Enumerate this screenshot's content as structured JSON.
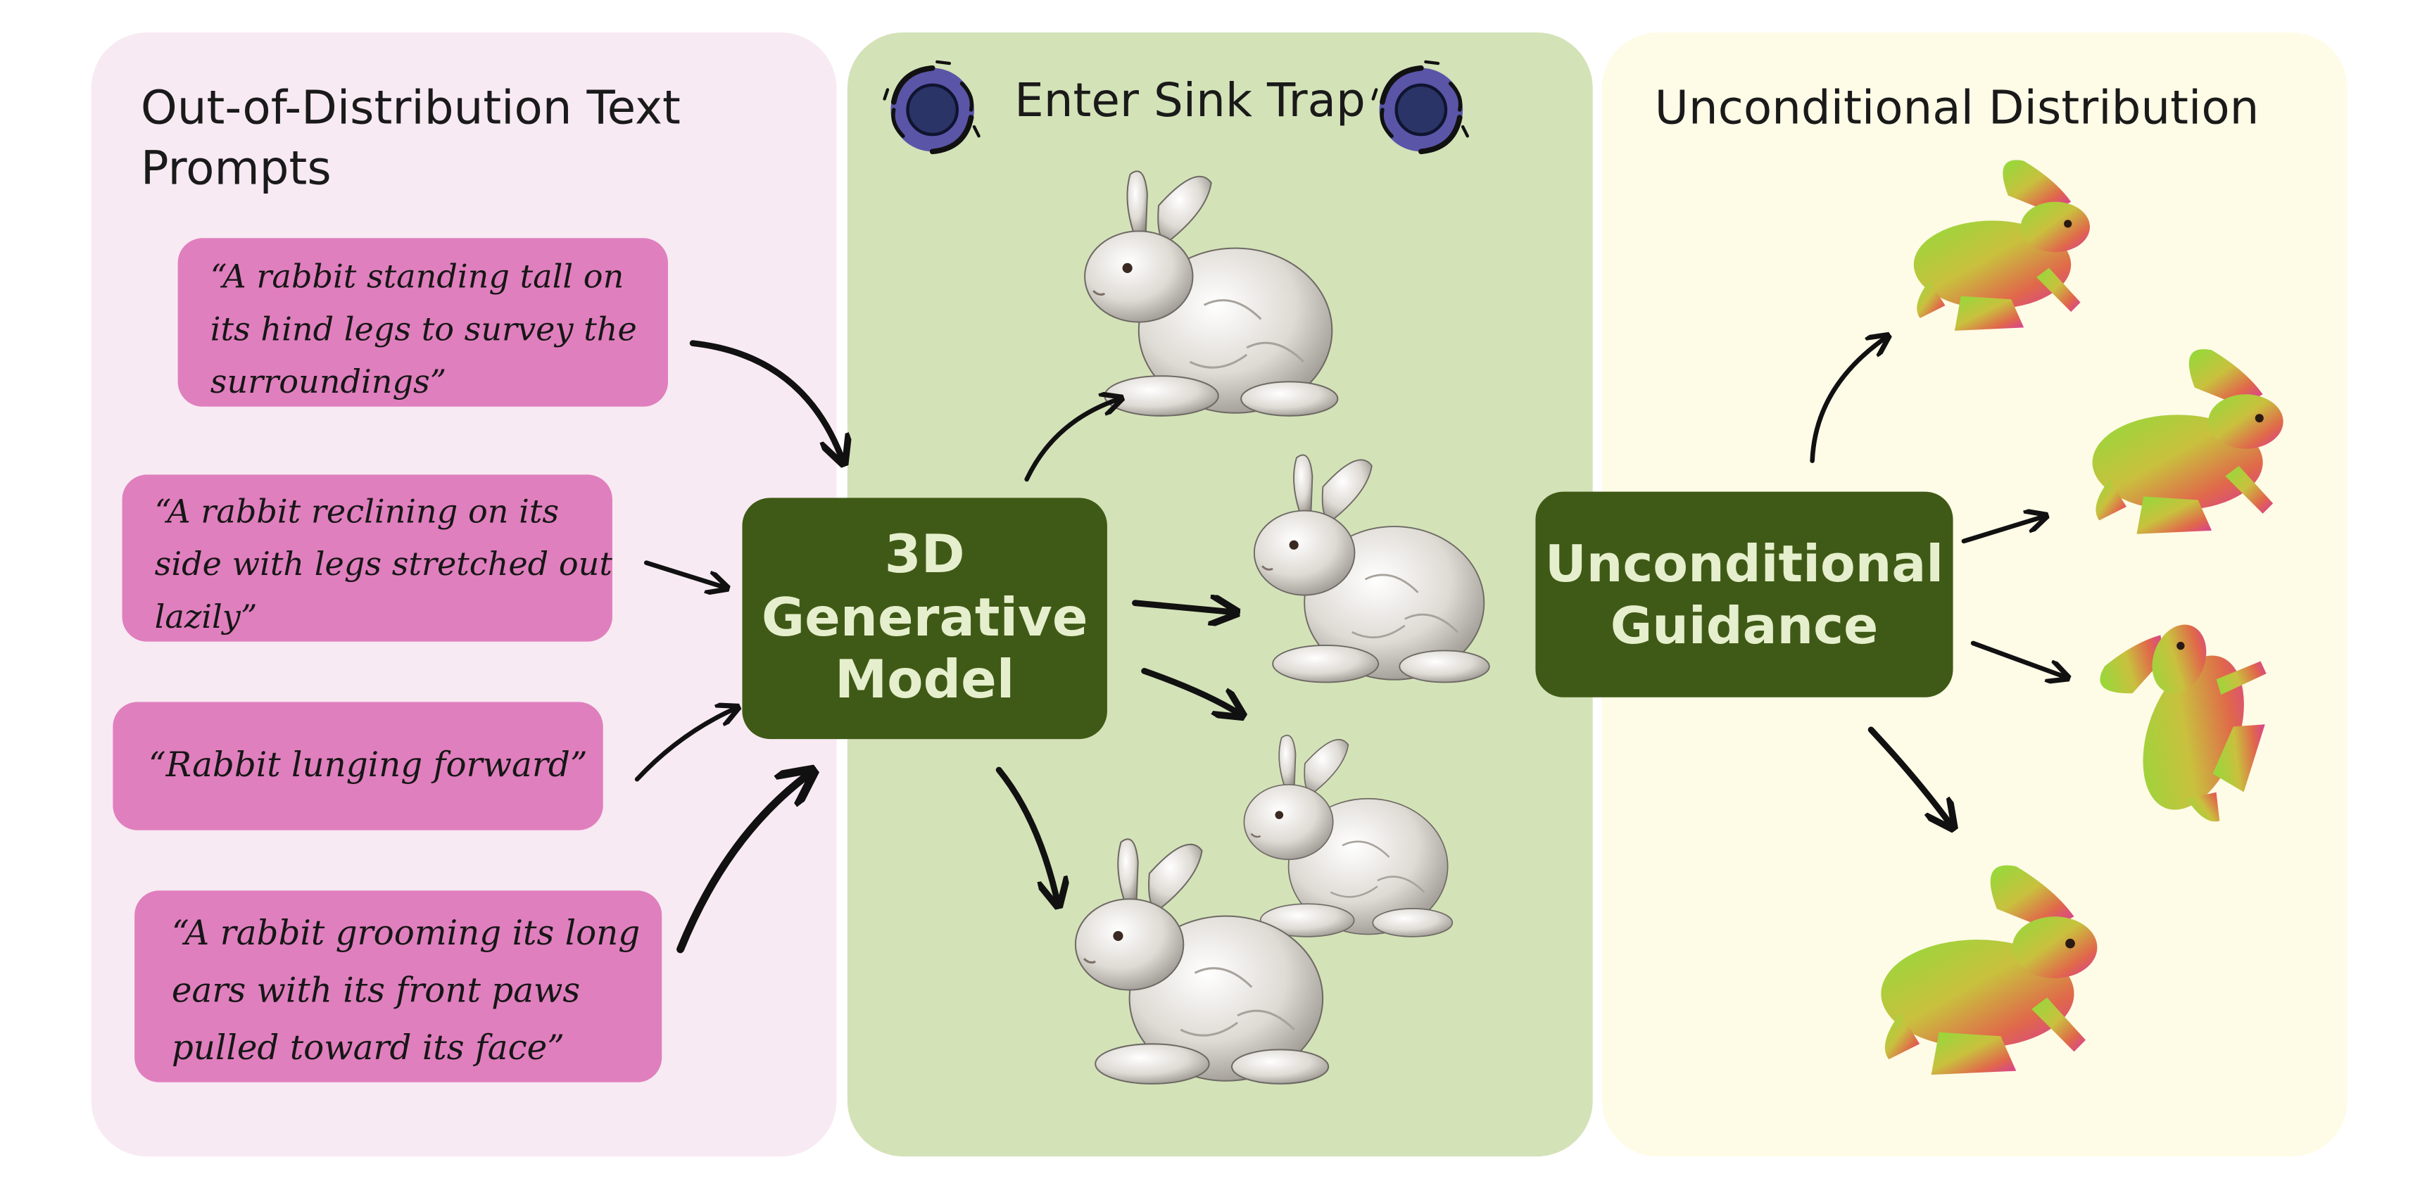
{
  "panels": {
    "left": {
      "title_line1": "Out-of-Distribution Text",
      "title_line2": "Prompts"
    },
    "middle": {
      "title": "Enter Sink Trap",
      "model_line1": "3D",
      "model_line2": "Generative",
      "model_line3": "Model"
    },
    "right": {
      "title": "Unconditional Distribution",
      "guidance_line1": "Unconditional",
      "guidance_line2": "Guidance"
    }
  },
  "prompts": [
    {
      "line1": "“A rabbit standing tall on",
      "line2": "its hind legs to survey the",
      "line3": "surroundings”"
    },
    {
      "line1": "“A rabbit reclining on its",
      "line2": "side with legs stretched out",
      "line3": "lazily”"
    },
    {
      "line1": "“Rabbit lunging forward”"
    },
    {
      "line1": "“A rabbit grooming its long",
      "line2": "ears with its front paws",
      "line3": "pulled toward its face”"
    }
  ],
  "colors": {
    "left_panel": "#f8eaf3",
    "middle_panel": "#d4e2b8",
    "right_panel": "#fefbe7",
    "prompt_box": "#e07fbe",
    "model_box": "#3f5a16",
    "model_text": "#e6efcd",
    "portal": "#5b55a8"
  },
  "icons": [
    "black-hole-portal-icon",
    "white-rabbit-render",
    "normal-map-rabbit-render"
  ]
}
